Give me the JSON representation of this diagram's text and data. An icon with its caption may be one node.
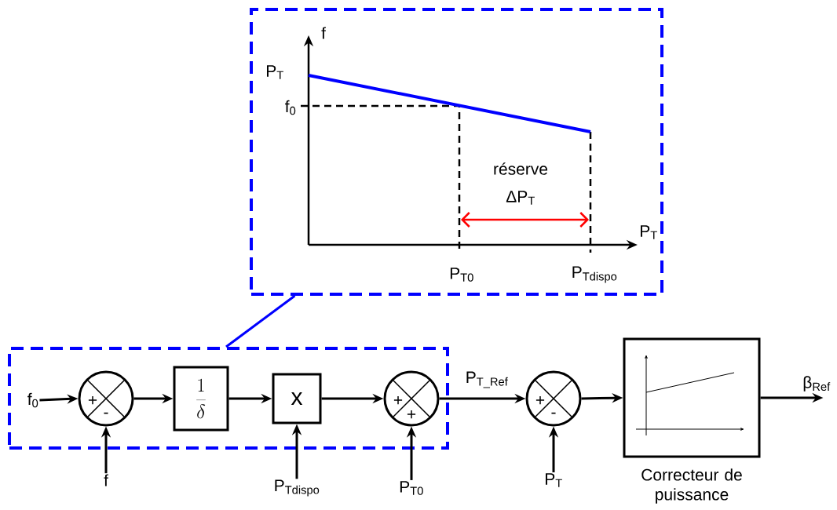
{
  "diagram": {
    "nodes": [
      {
        "text": [],
        "shape": "box"
      },
      {
        "text": [],
        "shape": "box"
      },
      {
        "text": [
          "f$_{0}$"
        ],
        "in": 1
      },
      {
        "text": [
          "+",
          "-"
        ],
        "in": 1
      },
      {
        "text": [
          "f"
        ]
      },
      {
        "text": [
          "\\frac{1}{\\delta}"
        ],
        "in": 1
      },
      {
        "text": [
          "x"
        ],
        "in": 1
      },
      {
        "text": [
          "P$_{Tdispo}$"
        ]
      },
      {
        "text": [
          "+",
          "+"
        ],
        "in": 1
      },
      {
        "text": [
          "P$_{T0}$"
        ]
      },
      {
        "text": [
          "+",
          "-"
        ]
      },
      {
        "text": [
          "P$_{T}$"
        ]
      },
      {
        "text": [],
        "shape": "box",
        "beside": [
          "Correcteur de puissance"
        ]
      }
    ],
    "edges": [
      {
        "from": 2,
        "to": 3,
        "arrow": "to"
      },
      {
        "from": 4,
        "to": 3,
        "arrow": "to"
      },
      {
        "from": 3,
        "to": 5,
        "arrow": "to"
      },
      {
        "from": 5,
        "to": 6,
        "arrow": "to"
      },
      {
        "from": 7,
        "to": 6,
        "arrow": "to"
      },
      {
        "from": 6,
        "to": 8,
        "arrow": "to"
      },
      {
        "from": 9,
        "to": 8,
        "arrow": "to"
      },
      {
        "from": 8,
        "to": 10,
        "arrow": "to",
        "label": "P$_{T_Ref}$"
      },
      {
        "from": 11,
        "to": 10,
        "arrow": "to"
      },
      {
        "from": 10,
        "to": 12,
        "arrow": "to"
      },
      {
        "from": 12,
        "to": null,
        "arrow": "to",
        "label": "β$_{Ref}$"
      },
      {
        "from": 0,
        "to": 1,
        "arrow": "none",
        "color": "#0000ff"
      }
    ],
    "labels": [
      "f",
      "P$_{T}$",
      "f$_{0}$",
      "réserve",
      "ΔP$_{T}$",
      "P$_{T}$",
      "P$_{T0}$",
      "P$_{Tdispo}$"
    ]
  }
}
